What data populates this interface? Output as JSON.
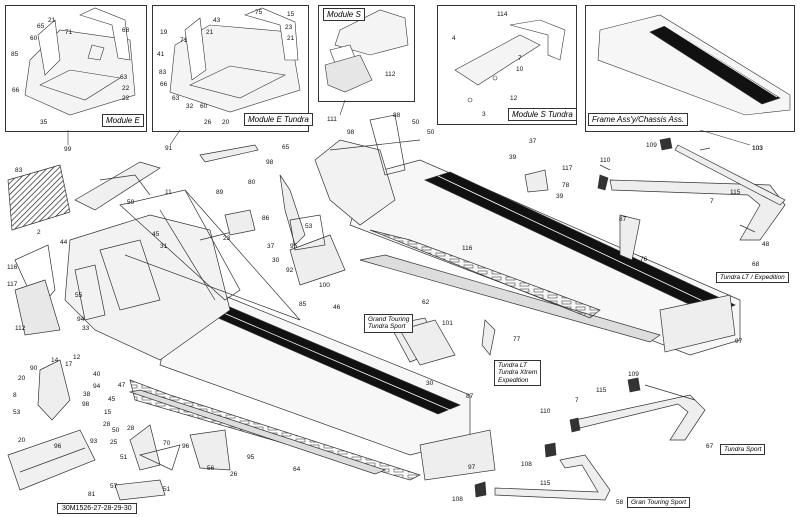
{
  "insets": {
    "module_e": "Module E",
    "module_e_tundra": "Module E Tundra",
    "module_s": "Module S",
    "module_s_tundra": "Module S Tundra",
    "frame_assy": "Frame Ass'y/Chassis Ass."
  },
  "inset_callouts": {
    "module_e": [
      "65",
      "21",
      "71",
      "60",
      "85",
      "68",
      "66",
      "63",
      "22",
      "22",
      "35"
    ],
    "module_e_tundra": [
      "19",
      "71",
      "43",
      "21",
      "75",
      "15",
      "23",
      "21",
      "41",
      "83",
      "66",
      "63",
      "32",
      "60",
      "26",
      "20"
    ],
    "module_s": [
      "112"
    ],
    "module_s_tundra": [
      "114",
      "4",
      "7",
      "10",
      "12",
      "3"
    ],
    "below_insets": [
      "99",
      "91",
      "111",
      "103"
    ]
  },
  "tags": {
    "grand_touring": [
      "Grand Touring",
      "Tundra Sport"
    ],
    "tundra_lt": [
      "Tundra LT",
      "Tundra Xtrem",
      "Expedition"
    ],
    "tundra_lt_exp": "Tundra LT / Expedition",
    "tundra_sport": "Tundra Sport",
    "gran_touring_sport": "Gran Touring Sport"
  },
  "doc_id": "30M1526-27-28-29-30",
  "callouts": {
    "left": [
      "83",
      "59",
      "11",
      "89",
      "80",
      "98",
      "65",
      "2",
      "44",
      "23",
      "86",
      "116",
      "37",
      "45",
      "31",
      "117",
      "30",
      "55",
      "53",
      "92",
      "95",
      "46",
      "112",
      "100",
      "94",
      "33",
      "85",
      "90",
      "14",
      "17",
      "12",
      "20",
      "40",
      "8",
      "38",
      "47",
      "45",
      "20",
      "53",
      "94",
      "98",
      "15",
      "96",
      "93",
      "28",
      "25",
      "50",
      "70",
      "28",
      "81",
      "57",
      "51",
      "64",
      "51",
      "56",
      "26",
      "95",
      "96"
    ],
    "right": [
      "88",
      "98",
      "50",
      "50",
      "37",
      "39",
      "117",
      "78",
      "39",
      "110",
      "109",
      "103",
      "115",
      "7",
      "87",
      "116",
      "76",
      "48",
      "62",
      "68",
      "97",
      "101",
      "77",
      "97",
      "30",
      "87",
      "109",
      "115",
      "7",
      "110",
      "67",
      "108",
      "115",
      "58",
      "108"
    ]
  }
}
